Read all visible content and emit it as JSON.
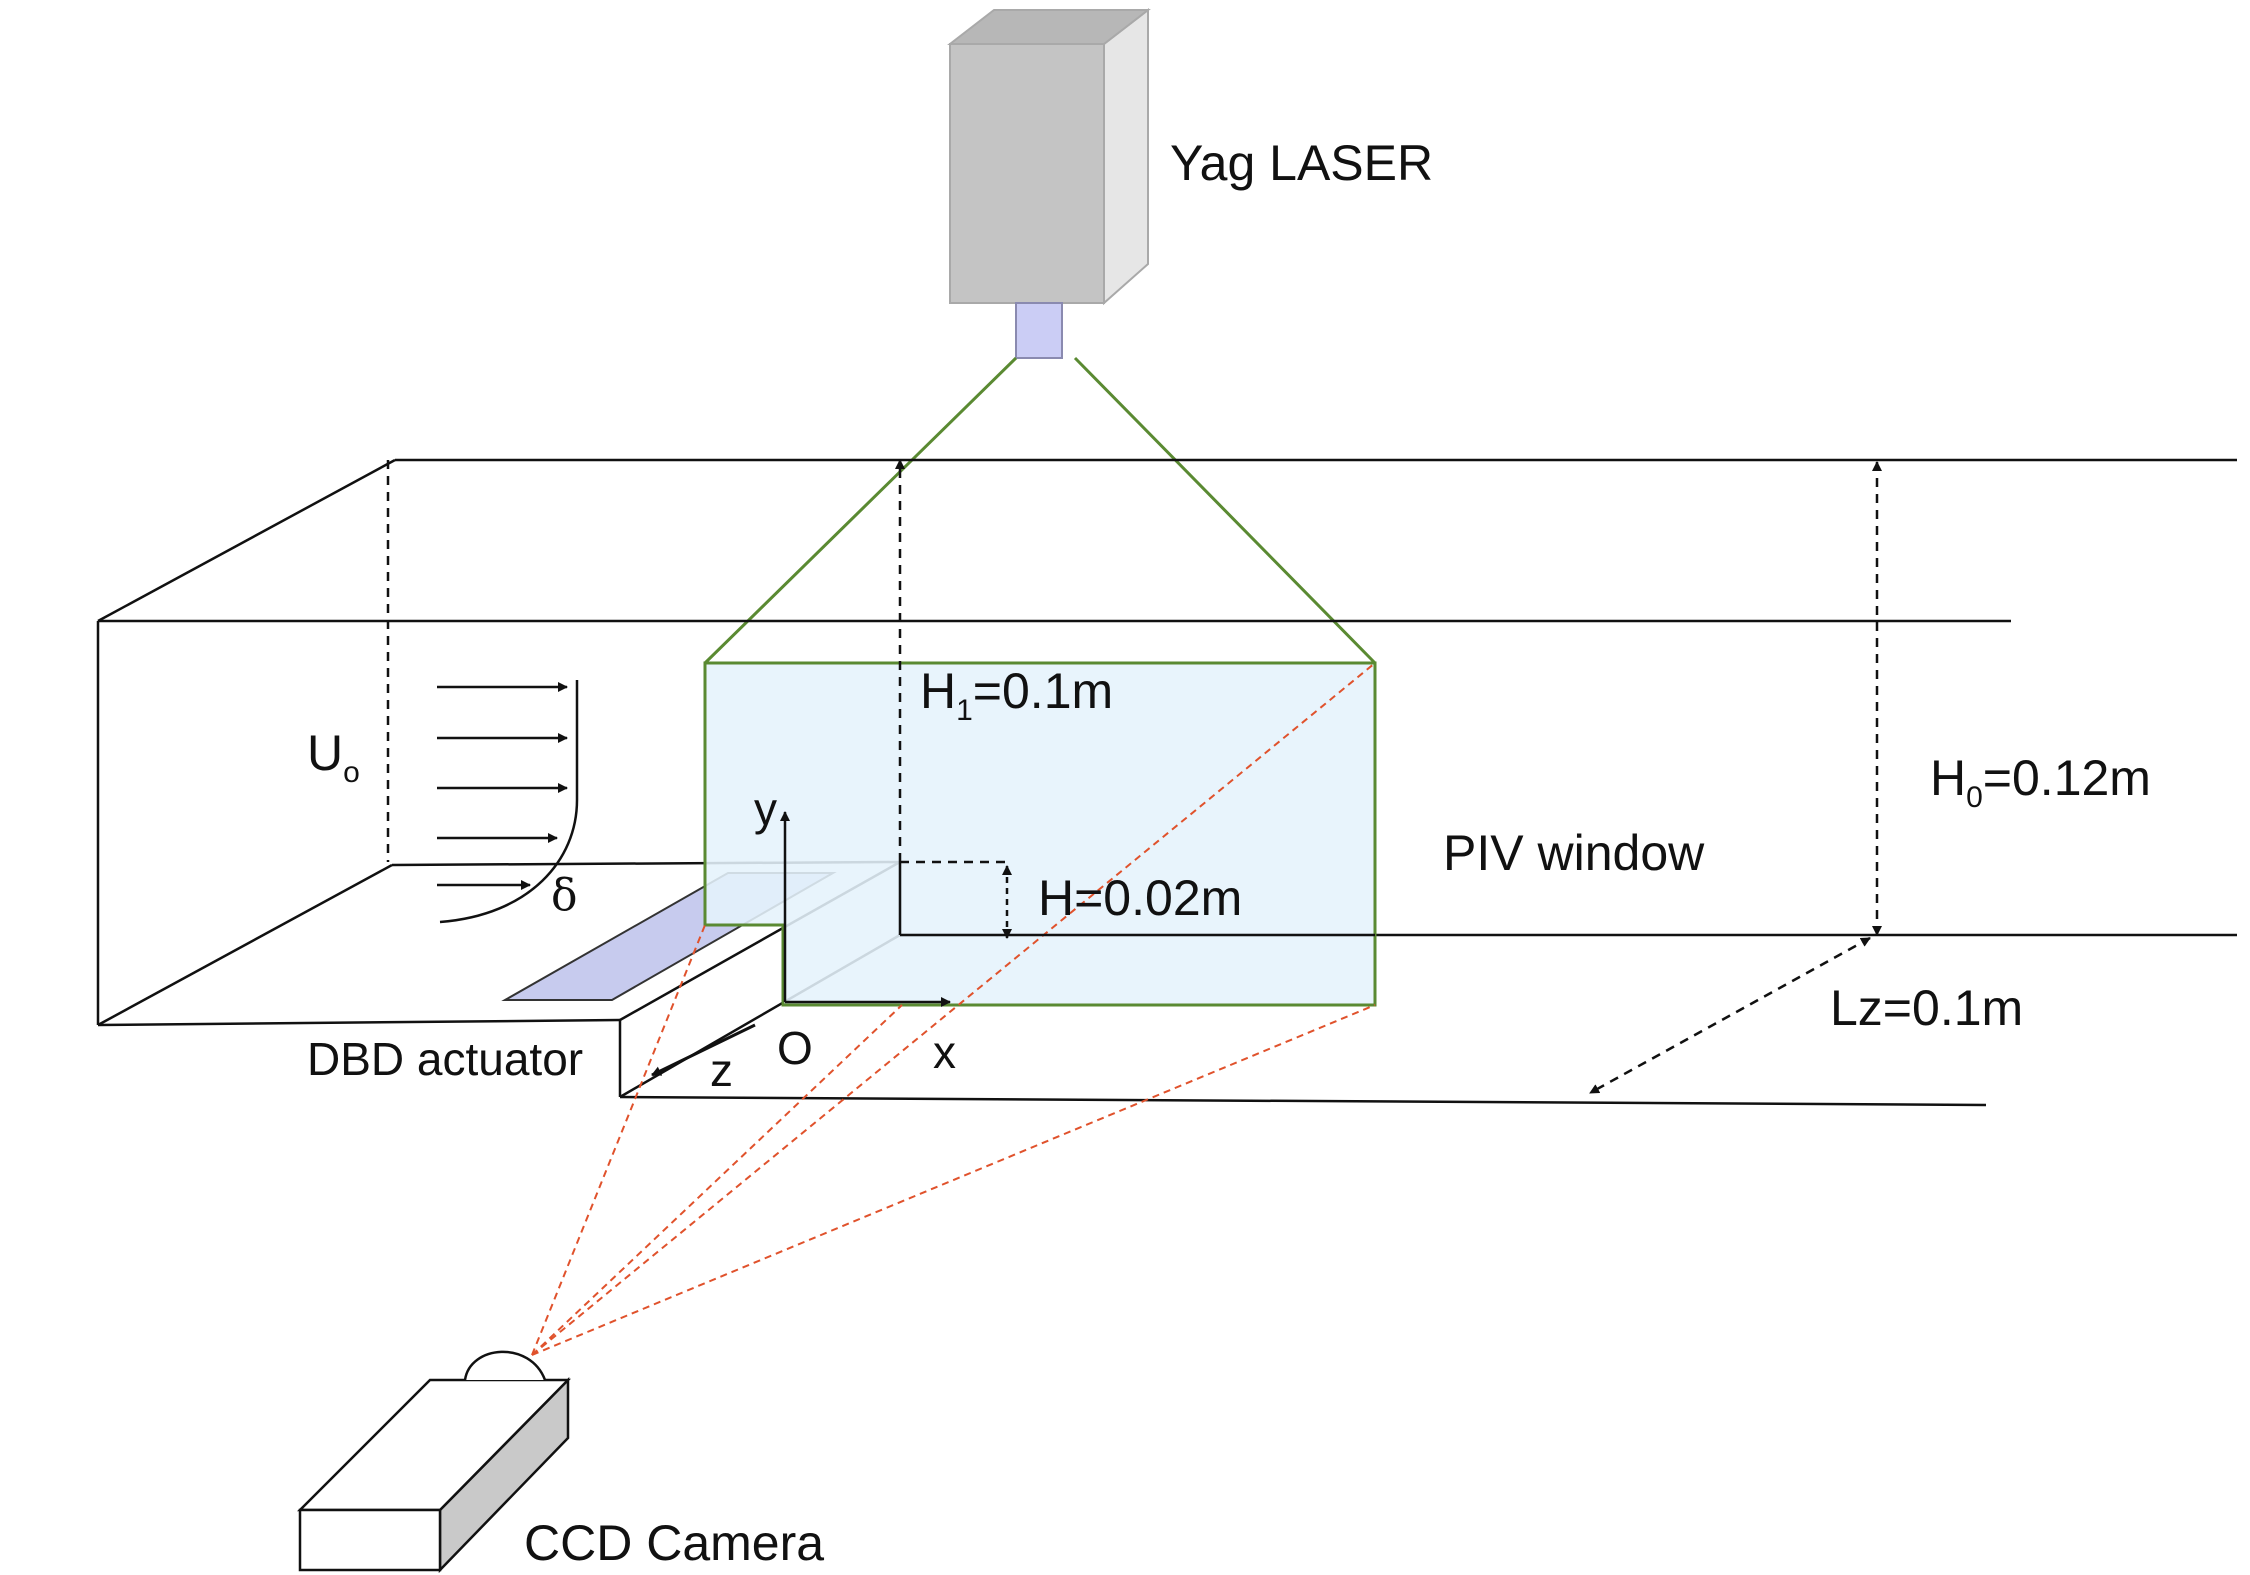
{
  "labels": {
    "laser": "Yag LASER",
    "h1_main": "H",
    "h1_sub": "1",
    "h1_rest": "=0.1m",
    "u0_main": "U",
    "u0_sub": "o",
    "delta": "δ",
    "y_axis": "y",
    "x_axis": "x",
    "z_axis": "z",
    "origin": "O",
    "h_step": "H=0.02m",
    "piv_window": "PIV window",
    "h0_main": "H",
    "h0_sub": "0",
    "h0_rest": "=0.12m",
    "lz": "Lz=0.1m",
    "dbd": "DBD actuator",
    "camera": "CCD Camera"
  },
  "colors": {
    "piv_fill": "#e5f3fc",
    "piv_stroke": "#5a8a32",
    "laser_beam": "#5a8a32",
    "camera_rays": "#e0522c",
    "actuator_fill": "#c7cbee",
    "laser_body_front": "#c4c4c4",
    "laser_body_side": "#e6e6e6",
    "laser_lens": "#cbcdf5"
  },
  "icons": [
    "laser-device",
    "ccd-camera",
    "dbd-actuator-plate"
  ]
}
